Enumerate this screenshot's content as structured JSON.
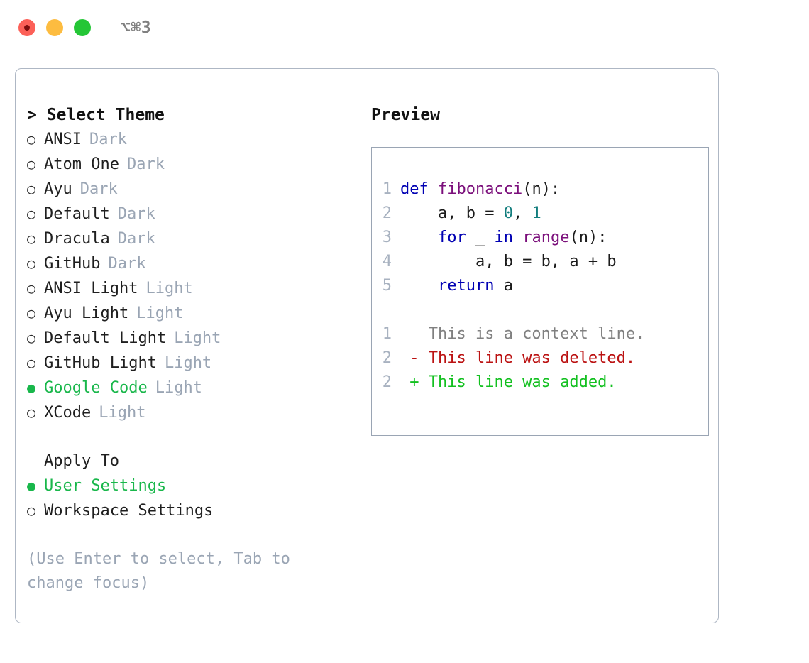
{
  "window": {
    "shortcut_label": "⌥⌘3",
    "traffic_lights": [
      {
        "name": "close",
        "color": "#fc6058"
      },
      {
        "name": "minimize",
        "color": "#fdbc40"
      },
      {
        "name": "maximize",
        "color": "#24c636"
      }
    ]
  },
  "colors": {
    "accent_green": "#19b74b",
    "muted": "#9aa5b4",
    "border": "#aeb7c4",
    "keyword": "#0000b3",
    "function": "#7b0f7b",
    "number": "#127d7d",
    "diff_add": "#13c020",
    "diff_del": "#bb1212",
    "diff_context": "#808080"
  },
  "theme_section": {
    "caret": ">",
    "title": "Select Theme",
    "marker_unselected": "○",
    "marker_selected": "●",
    "items": [
      {
        "label": "ANSI",
        "variant": "Dark",
        "selected": false
      },
      {
        "label": "Atom One",
        "variant": "Dark",
        "selected": false
      },
      {
        "label": "Ayu",
        "variant": "Dark",
        "selected": false
      },
      {
        "label": "Default",
        "variant": "Dark",
        "selected": false
      },
      {
        "label": "Dracula",
        "variant": "Dark",
        "selected": false
      },
      {
        "label": "GitHub",
        "variant": "Dark",
        "selected": false
      },
      {
        "label": "ANSI Light",
        "variant": "Light",
        "selected": false
      },
      {
        "label": "Ayu Light",
        "variant": "Light",
        "selected": false
      },
      {
        "label": "Default Light",
        "variant": "Light",
        "selected": false
      },
      {
        "label": "GitHub Light",
        "variant": "Light",
        "selected": false
      },
      {
        "label": "Google Code",
        "variant": "Light",
        "selected": true
      },
      {
        "label": "XCode",
        "variant": "Light",
        "selected": false
      }
    ]
  },
  "apply_section": {
    "heading": "Apply To",
    "items": [
      {
        "label": "User Settings",
        "selected": true
      },
      {
        "label": "Workspace Settings",
        "selected": false
      }
    ]
  },
  "hint": "(Use Enter to select, Tab to change focus)",
  "preview": {
    "heading": "Preview",
    "code_lines": [
      {
        "num": "1",
        "tokens": [
          {
            "text": "def ",
            "type": "kw"
          },
          {
            "text": "fibonacci",
            "type": "fn"
          },
          {
            "text": "(n):",
            "type": "plain"
          }
        ]
      },
      {
        "num": "2",
        "tokens": [
          {
            "text": "    a, b = ",
            "type": "plain"
          },
          {
            "text": "0",
            "type": "num"
          },
          {
            "text": ", ",
            "type": "plain"
          },
          {
            "text": "1",
            "type": "num"
          }
        ]
      },
      {
        "num": "3",
        "tokens": [
          {
            "text": "    ",
            "type": "plain"
          },
          {
            "text": "for",
            "type": "kw"
          },
          {
            "text": " _ ",
            "type": "plain"
          },
          {
            "text": "in",
            "type": "kw"
          },
          {
            "text": " ",
            "type": "plain"
          },
          {
            "text": "range",
            "type": "fn"
          },
          {
            "text": "(n):",
            "type": "plain"
          }
        ]
      },
      {
        "num": "4",
        "tokens": [
          {
            "text": "        a, b = b, a + b",
            "type": "plain"
          }
        ]
      },
      {
        "num": "5",
        "tokens": [
          {
            "text": "    ",
            "type": "plain"
          },
          {
            "text": "return",
            "type": "kw"
          },
          {
            "text": " a",
            "type": "plain"
          }
        ]
      }
    ],
    "diff_lines": [
      {
        "num": "1",
        "sign": " ",
        "text": " This is a context line.",
        "kind": "context"
      },
      {
        "num": "2",
        "sign": "-",
        "text": " This line was deleted.",
        "kind": "del"
      },
      {
        "num": "2",
        "sign": "+",
        "text": " This line was added.",
        "kind": "add"
      }
    ]
  }
}
